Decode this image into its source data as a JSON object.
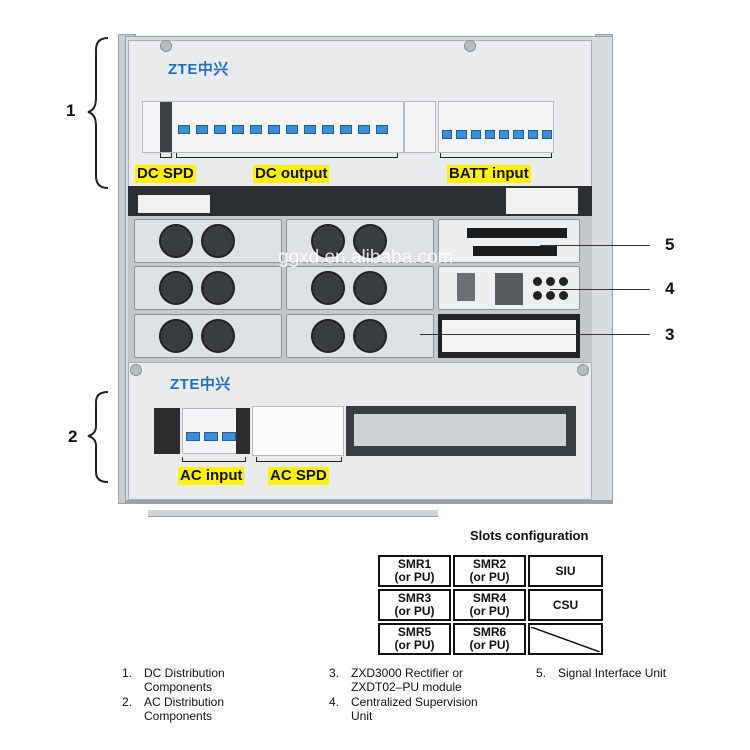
{
  "diagram": {
    "brand_logo_top": "ZTE中兴",
    "brand_logo_bottom": "ZTE中兴",
    "watermark": "ggxd.en.alibaba.com",
    "section_numbers": {
      "top": "1",
      "bottom": "2",
      "slot5": "5",
      "slot4": "4",
      "slot3": "3"
    },
    "labels": {
      "dc_spd": "DC SPD",
      "dc_output": "DC output",
      "batt_input": "BATT input",
      "ac_input": "AC input",
      "ac_spd": "AC SPD"
    }
  },
  "slots": {
    "title": "Slots configuration",
    "rows": [
      [
        {
          "name": "SMR1",
          "sub": "(or PU)"
        },
        {
          "name": "SMR2",
          "sub": "(or PU)"
        },
        {
          "name": "SIU",
          "sub": ""
        }
      ],
      [
        {
          "name": "SMR3",
          "sub": "(or PU)"
        },
        {
          "name": "SMR4",
          "sub": "(or PU)"
        },
        {
          "name": "CSU",
          "sub": ""
        }
      ],
      [
        {
          "name": "SMR5",
          "sub": "(or PU)"
        },
        {
          "name": "SMR6",
          "sub": "(or PU)"
        },
        {
          "name": "",
          "sub": ""
        }
      ]
    ]
  },
  "legend": [
    {
      "num": "1.",
      "text1": "DC  Distribution",
      "text2": "Components"
    },
    {
      "num": "2.",
      "text1": "AC  Distribution",
      "text2": "Components"
    },
    {
      "num": "3.",
      "text1": "ZXD3000 Rectifier or",
      "text2": "ZXDT02–PU module"
    },
    {
      "num": "4.",
      "text1": "Centralized Supervision",
      "text2": "Unit"
    },
    {
      "num": "5.",
      "text1": "Signal Interface Unit",
      "text2": ""
    }
  ]
}
